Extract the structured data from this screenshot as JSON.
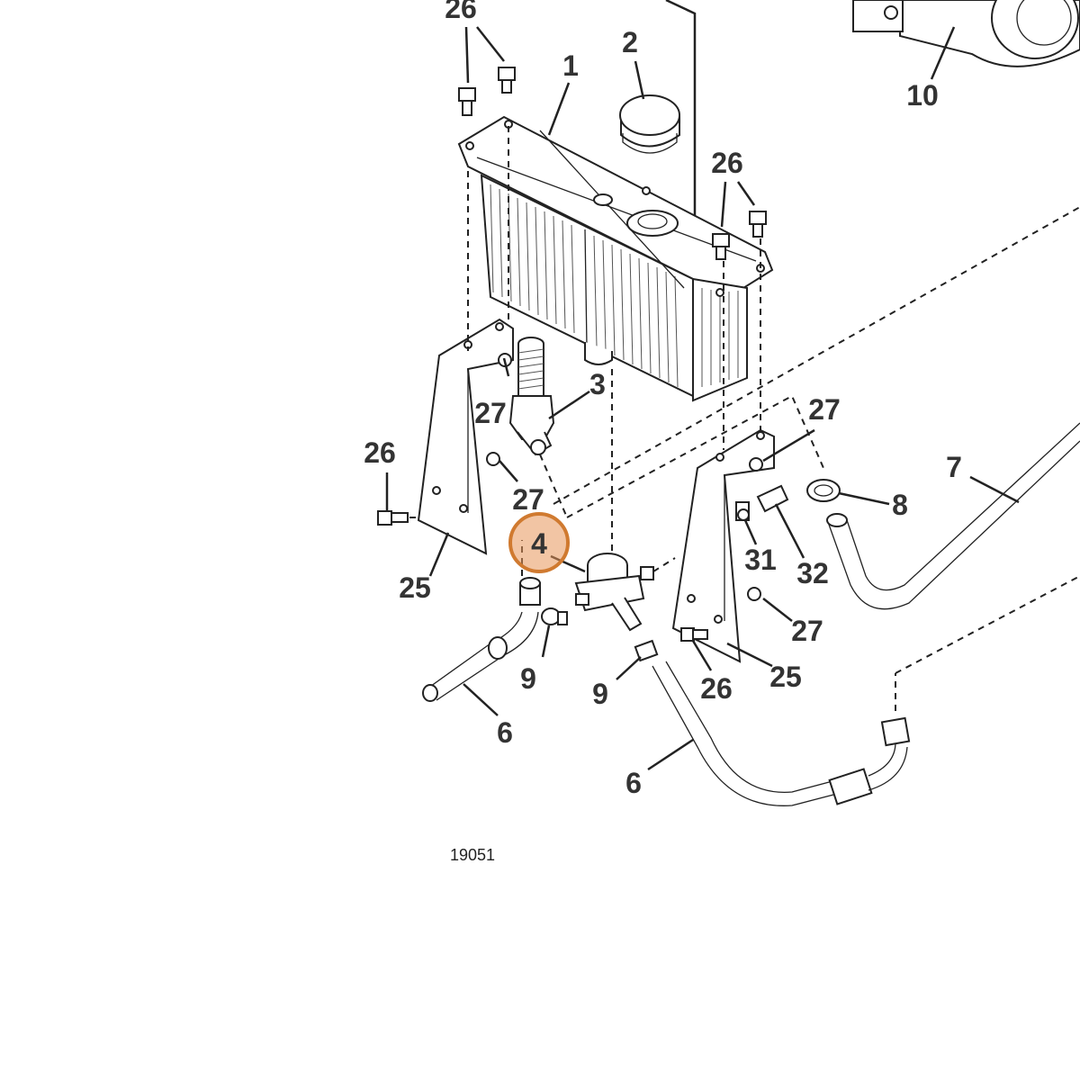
{
  "diagram": {
    "drawing_number": "19051",
    "highlighted_callout": "4",
    "highlight_color": "#e8965a",
    "callouts": {
      "c1": "1",
      "c2": "2",
      "c3": "3",
      "c4": "4",
      "c6a": "6",
      "c6b": "6",
      "c7": "7",
      "c8": "8",
      "c9a": "9",
      "c9b": "9",
      "c10": "10",
      "c25a": "25",
      "c25b": "25",
      "c26a": "26",
      "c26b": "26",
      "c26c": "26",
      "c26d": "26",
      "c27a": "27",
      "c27b": "27",
      "c27c": "27",
      "c27d": "27",
      "c31": "31",
      "c32": "32"
    }
  }
}
